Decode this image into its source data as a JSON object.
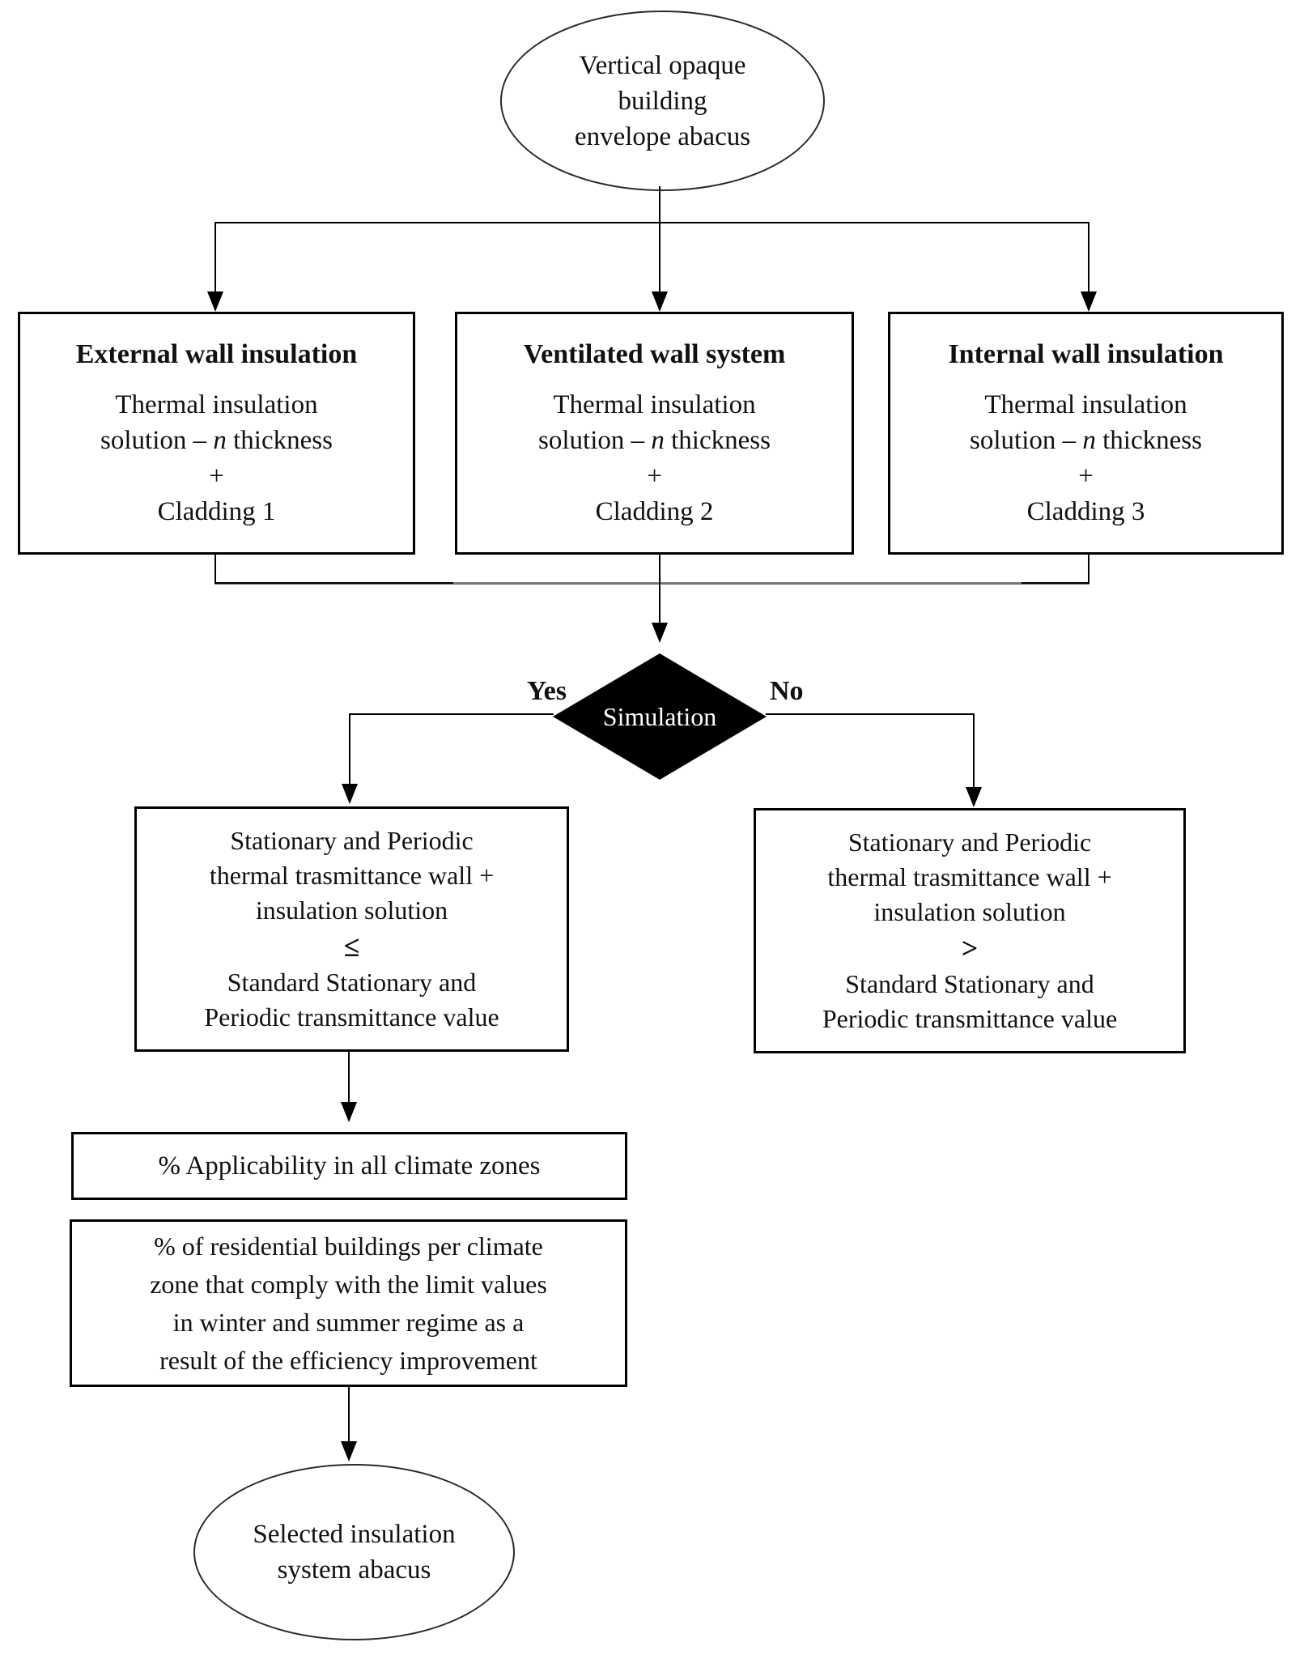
{
  "diagram": {
    "start_node": {
      "lines": [
        "Vertical opaque",
        "building",
        "envelope abacus"
      ]
    },
    "option_boxes": [
      {
        "title": "External wall insulation",
        "body_line1": "Thermal insulation",
        "body_pre": "solution – ",
        "body_var": "n",
        "body_post": " thickness",
        "plus": "+",
        "cladding": "Cladding 1"
      },
      {
        "title": "Ventilated wall system",
        "body_line1": "Thermal insulation",
        "body_pre": "solution – ",
        "body_var": "n",
        "body_post": " thickness",
        "plus": "+",
        "cladding": "Cladding 2"
      },
      {
        "title": "Internal wall insulation",
        "body_line1": "Thermal insulation",
        "body_pre": "solution – ",
        "body_var": "n",
        "body_post": " thickness",
        "plus": "+",
        "cladding": "Cladding 3"
      }
    ],
    "decision": {
      "label": "Simulation",
      "yes_label": "Yes",
      "no_label": "No"
    },
    "outcome_boxes": [
      {
        "top_lines": [
          "Stationary and Periodic",
          "thermal trasmittance wall +",
          "insulation solution"
        ],
        "operator": "≤",
        "bottom_lines": [
          "Standard Stationary and",
          "Periodic transmittance value"
        ]
      },
      {
        "top_lines": [
          "Stationary and Periodic",
          "thermal trasmittance wall +",
          "insulation solution"
        ],
        "operator": ">",
        "bottom_lines": [
          "Standard Stationary and",
          "Periodic transmittance value"
        ]
      }
    ],
    "applicability_box": {
      "text": "% Applicability in all climate zones"
    },
    "residential_box": {
      "lines": [
        "% of residential buildings per climate",
        "zone that comply with the limit values",
        "in winter and summer regime as a",
        "result of the efficiency improvement"
      ]
    },
    "end_node": {
      "lines": [
        "Selected insulation",
        "system abacus"
      ]
    },
    "colors": {
      "line": "#000000",
      "diamond_fill": "#000000",
      "diamond_text": "#ffffff",
      "connector_gray": "#777777",
      "background": "#ffffff"
    }
  }
}
